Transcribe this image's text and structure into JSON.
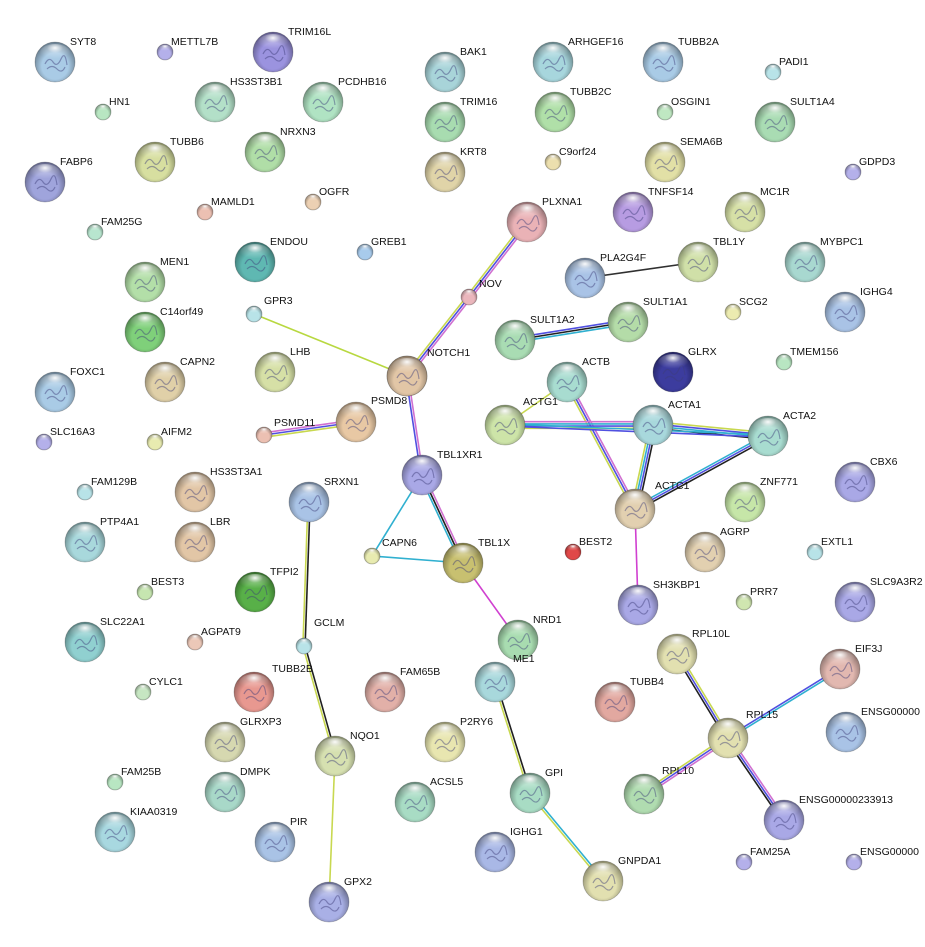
{
  "network": {
    "nodes": [
      {
        "id": "SYT8",
        "label": "SYT8",
        "color": "#a9cbe6",
        "size": "l"
      },
      {
        "id": "METTL7B",
        "label": "METTL7B",
        "color": "#b4b0ea",
        "size": "s"
      },
      {
        "id": "TRIM16L",
        "label": "TRIM16L",
        "color": "#9b93df",
        "size": "l"
      },
      {
        "id": "BAK1",
        "label": "BAK1",
        "color": "#a8d4d9",
        "size": "l"
      },
      {
        "id": "ARHGEF16",
        "label": "ARHGEF16",
        "color": "#a7d6dd",
        "size": "l"
      },
      {
        "id": "TUBB2A",
        "label": "TUBB2A",
        "color": "#a9cbe6",
        "size": "l"
      },
      {
        "id": "PADI1",
        "label": "PADI1",
        "color": "#b8e3e8",
        "size": "s"
      },
      {
        "id": "HN1",
        "label": "HN1",
        "color": "#b8e6c2",
        "size": "s"
      },
      {
        "id": "HS3ST3B1",
        "label": "HS3ST3B1",
        "color": "#b3e0c8",
        "size": "l"
      },
      {
        "id": "PCDHB16",
        "label": "PCDHB16",
        "color": "#b0e3c3",
        "size": "l"
      },
      {
        "id": "TRIM16",
        "label": "TRIM16",
        "color": "#a8dcb0",
        "size": "l"
      },
      {
        "id": "TUBB2C",
        "label": "TUBB2C",
        "color": "#b0e0a8",
        "size": "l"
      },
      {
        "id": "OSGIN1",
        "label": "OSGIN1",
        "color": "#bfe8c2",
        "size": "s"
      },
      {
        "id": "SULT1A4",
        "label": "SULT1A4",
        "color": "#a9dcb3",
        "size": "l"
      },
      {
        "id": "FABP6",
        "label": "FABP6",
        "color": "#9fa4dc",
        "size": "l"
      },
      {
        "id": "TUBB6",
        "label": "TUBB6",
        "color": "#d7dfa0",
        "size": "l"
      },
      {
        "id": "NRXN3",
        "label": "NRXN3",
        "color": "#b0dea7",
        "size": "l"
      },
      {
        "id": "KRT8",
        "label": "KRT8",
        "color": "#e0d4a8",
        "size": "l"
      },
      {
        "id": "C9orf24",
        "label": "C9orf24",
        "color": "#ecdfae",
        "size": "s"
      },
      {
        "id": "SEMA6B",
        "label": "SEMA6B",
        "color": "#e2e0a6",
        "size": "l"
      },
      {
        "id": "GDPD3",
        "label": "GDPD3",
        "color": "#b4b0ea",
        "size": "s"
      },
      {
        "id": "MAMLD1",
        "label": "MAMLD1",
        "color": "#ecc0b2",
        "size": "s"
      },
      {
        "id": "OGFR",
        "label": "OGFR",
        "color": "#ecd0b3",
        "size": "s"
      },
      {
        "id": "TNFSF14",
        "label": "TNFSF14",
        "color": "#b79ce2",
        "size": "l"
      },
      {
        "id": "MC1R",
        "label": "MC1R",
        "color": "#d6e0a6",
        "size": "l"
      },
      {
        "id": "FAM25G",
        "label": "FAM25G",
        "color": "#b8e6cf",
        "size": "s"
      },
      {
        "id": "PLXNA1",
        "label": "PLXNA1",
        "color": "#eab2b6",
        "size": "l"
      },
      {
        "id": "ENDOU",
        "label": "ENDOU",
        "color": "#5fb8b2",
        "size": "l"
      },
      {
        "id": "GREB1",
        "label": "GREB1",
        "color": "#a8cbec",
        "size": "s"
      },
      {
        "id": "PLA2G4F",
        "label": "PLA2G4F",
        "color": "#a9c3e6",
        "size": "l"
      },
      {
        "id": "TBL1Y",
        "label": "TBL1Y",
        "color": "#d0e0a8",
        "size": "l"
      },
      {
        "id": "MYBPC1",
        "label": "MYBPC1",
        "color": "#a8d8d0",
        "size": "l"
      },
      {
        "id": "MEN1",
        "label": "MEN1",
        "color": "#b3dfa8",
        "size": "l"
      },
      {
        "id": "NOV",
        "label": "NOV",
        "color": "#eab6bc",
        "size": "s"
      },
      {
        "id": "GPR3",
        "label": "GPR3",
        "color": "#b8e3e8",
        "size": "s"
      },
      {
        "id": "SULT1A2",
        "label": "SULT1A2",
        "color": "#a9dcb3",
        "size": "l"
      },
      {
        "id": "SULT1A1",
        "label": "SULT1A1",
        "color": "#b4dca8",
        "size": "l"
      },
      {
        "id": "SCG2",
        "label": "SCG2",
        "color": "#ecebb0",
        "size": "s"
      },
      {
        "id": "IGHG4",
        "label": "IGHG4",
        "color": "#a9c3e6",
        "size": "l"
      },
      {
        "id": "C14orf49",
        "label": "C14orf49",
        "color": "#7fd07a",
        "size": "l"
      },
      {
        "id": "CAPN2",
        "label": "CAPN2",
        "color": "#e0d0a8",
        "size": "l"
      },
      {
        "id": "LHB",
        "label": "LHB",
        "color": "#d6e0a6",
        "size": "l"
      },
      {
        "id": "NOTCH1",
        "label": "NOTCH1",
        "color": "#e2c6a6",
        "size": "l"
      },
      {
        "id": "ACTB",
        "label": "ACTB",
        "color": "#a8dcd0",
        "size": "l"
      },
      {
        "id": "GLRX",
        "label": "GLRX",
        "color": "#3c3c9e",
        "size": "l"
      },
      {
        "id": "TMEM156",
        "label": "TMEM156",
        "color": "#b8e6c2",
        "size": "s"
      },
      {
        "id": "FOXC1",
        "label": "FOXC1",
        "color": "#a9cbe6",
        "size": "l"
      },
      {
        "id": "PSMD8",
        "label": "PSMD8",
        "color": "#e2c6a6",
        "size": "l"
      },
      {
        "id": "ACTG1",
        "label": "ACTG1",
        "color": "#cde4a8",
        "size": "l"
      },
      {
        "id": "ACTA1",
        "label": "ACTA1",
        "color": "#a8d8dc",
        "size": "l"
      },
      {
        "id": "ACTA2",
        "label": "ACTA2",
        "color": "#a8dcd0",
        "size": "l"
      },
      {
        "id": "SLC16A3",
        "label": "SLC16A3",
        "color": "#b4b0ea",
        "size": "s"
      },
      {
        "id": "AIFM2",
        "label": "AIFM2",
        "color": "#e8ebb0",
        "size": "s"
      },
      {
        "id": "PSMD11",
        "label": "PSMD11",
        "color": "#ecc0b2",
        "size": "s"
      },
      {
        "id": "PSMD11b",
        "label": "",
        "color": "#e8c8a4",
        "size": "l"
      },
      {
        "id": "CBX6",
        "label": "CBX6",
        "color": "#a9a8e6",
        "size": "l"
      },
      {
        "id": "TBL1XR1",
        "label": "TBL1XR1",
        "color": "#a9a8e6",
        "size": "l"
      },
      {
        "id": "FAM129B",
        "label": "FAM129B",
        "color": "#b8e3e8",
        "size": "s"
      },
      {
        "id": "HS3ST3A1",
        "label": "HS3ST3A1",
        "color": "#e2c6a6",
        "size": "l"
      },
      {
        "id": "SRXN1",
        "label": "SRXN1",
        "color": "#a9c3e6",
        "size": "l"
      },
      {
        "id": "ACTC1",
        "label": "ACTC1",
        "color": "#e2d0b0",
        "size": "l"
      },
      {
        "id": "ZNF771",
        "label": "ZNF771",
        "color": "#c6e6a8",
        "size": "l"
      },
      {
        "id": "PTP4A1",
        "label": "PTP4A1",
        "color": "#a8d8dc",
        "size": "l"
      },
      {
        "id": "LBR",
        "label": "LBR",
        "color": "#e2c6a6",
        "size": "l"
      },
      {
        "id": "CAPN6",
        "label": "CAPN6",
        "color": "#e8ebb0",
        "size": "s"
      },
      {
        "id": "TBL1X",
        "label": "TBL1X",
        "color": "#c8c070",
        "size": "l"
      },
      {
        "id": "BEST2",
        "label": "BEST2",
        "color": "#e04848",
        "size": "s"
      },
      {
        "id": "AGRP",
        "label": "AGRP",
        "color": "#e2d0b0",
        "size": "l"
      },
      {
        "id": "EXTL1",
        "label": "EXTL1",
        "color": "#b8e3e8",
        "size": "s"
      },
      {
        "id": "TFPI2",
        "label": "TFPI2",
        "color": "#58b048",
        "size": "l"
      },
      {
        "id": "BEST3",
        "label": "BEST3",
        "color": "#c6e6b0",
        "size": "s"
      },
      {
        "id": "SH3KBP1",
        "label": "SH3KBP1",
        "color": "#a9a8e6",
        "size": "l"
      },
      {
        "id": "PRR7",
        "label": "PRR7",
        "color": "#d0e6b0",
        "size": "s"
      },
      {
        "id": "SLC9A3R2",
        "label": "SLC9A3R2",
        "color": "#a9a8e6",
        "size": "l"
      },
      {
        "id": "SLC22A1",
        "label": "SLC22A1",
        "color": "#90d0d0",
        "size": "l"
      },
      {
        "id": "AGPAT9",
        "label": "AGPAT9",
        "color": "#ecc8b8",
        "size": "s"
      },
      {
        "id": "GCLM",
        "label": "GCLM",
        "color": "#b8e3e8",
        "size": "s"
      },
      {
        "id": "NRD1",
        "label": "NRD1",
        "color": "#a8dcb0",
        "size": "l"
      },
      {
        "id": "RPL10L",
        "label": "RPL10L",
        "color": "#e2e0b0",
        "size": "l"
      },
      {
        "id": "EIF3J",
        "label": "EIF3J",
        "color": "#e2b8b0",
        "size": "l"
      },
      {
        "id": "CYLC1",
        "label": "CYLC1",
        "color": "#c6e6c2",
        "size": "s"
      },
      {
        "id": "TUBB2B",
        "label": "TUBB2B",
        "color": "#e89890",
        "size": "l"
      },
      {
        "id": "FAM65B",
        "label": "FAM65B",
        "color": "#e2b0a8",
        "size": "l"
      },
      {
        "id": "ME1",
        "label": "ME1",
        "color": "#a8d8dc",
        "size": "l"
      },
      {
        "id": "TUBB4",
        "label": "TUBB4",
        "color": "#e2a8a0",
        "size": "l"
      },
      {
        "id": "RPL15",
        "label": "RPL15",
        "color": "#e2e0b0",
        "size": "l"
      },
      {
        "id": "ENSG_A",
        "label": "ENSG00000",
        "color": "#a9c3e6",
        "size": "l"
      },
      {
        "id": "GLRXP3",
        "label": "GLRXP3",
        "color": "#d6d8b0",
        "size": "l"
      },
      {
        "id": "NQO1",
        "label": "NQO1",
        "color": "#d6e0b0",
        "size": "l"
      },
      {
        "id": "P2RY6",
        "label": "P2RY6",
        "color": "#e8e6b0",
        "size": "l"
      },
      {
        "id": "DMPK",
        "label": "DMPK",
        "color": "#a8d8c8",
        "size": "l"
      },
      {
        "id": "GPI",
        "label": "GPI",
        "color": "#a8dcc4",
        "size": "l"
      },
      {
        "id": "RPL10",
        "label": "RPL10",
        "color": "#b0dcb0",
        "size": "l"
      },
      {
        "id": "FAM25B",
        "label": "FAM25B",
        "color": "#b8e6c2",
        "size": "s"
      },
      {
        "id": "ACSL5",
        "label": "ACSL5",
        "color": "#a8dcc4",
        "size": "l"
      },
      {
        "id": "ENSG00000233913",
        "label": "ENSG00000233913",
        "color": "#a9a8e6",
        "size": "l"
      },
      {
        "id": "KIAA0319",
        "label": "KIAA0319",
        "color": "#a8d8e0",
        "size": "l"
      },
      {
        "id": "PIR",
        "label": "PIR",
        "color": "#a9c3e6",
        "size": "l"
      },
      {
        "id": "IGHG1",
        "label": "IGHG1",
        "color": "#a9b8e6",
        "size": "l"
      },
      {
        "id": "GNPDA1",
        "label": "GNPDA1",
        "color": "#e2e0b0",
        "size": "l"
      },
      {
        "id": "FAM25A",
        "label": "FAM25A",
        "color": "#b4b0ea",
        "size": "s"
      },
      {
        "id": "ENSG_B",
        "label": "ENSG00000",
        "color": "#b4b0ea",
        "size": "s"
      },
      {
        "id": "GPX2",
        "label": "GPX2",
        "color": "#a9b0e6",
        "size": "l"
      }
    ],
    "edges": [
      {
        "source": "PLXNA1",
        "target": "NOV",
        "colors": [
          "#d070d0",
          "#5050e0",
          "#c8d850"
        ]
      },
      {
        "source": "NOV",
        "target": "PSMD8",
        "colors": [
          "#d070d0",
          "#5050e0",
          "#c8d850"
        ]
      },
      {
        "source": "GPR3",
        "target": "PSMD8",
        "colors": [
          "#b8d840"
        ]
      },
      {
        "source": "PSMD8",
        "target": "TBL1XR1",
        "colors": [
          "#d070d0",
          "#5050e0"
        ]
      },
      {
        "source": "PSMD11",
        "target": "PSMD11b",
        "colors": [
          "#d070d0",
          "#5050e0",
          "#c8d850"
        ]
      },
      {
        "source": "TBL1XR1",
        "target": "CAPN6",
        "colors": [
          "#30b0d0"
        ]
      },
      {
        "source": "CAPN6",
        "target": "TBL1X",
        "colors": [
          "#30b0d0"
        ]
      },
      {
        "source": "TBL1XR1",
        "target": "TBL1X",
        "colors": [
          "#d070d0",
          "#202020",
          "#30b0d0"
        ]
      },
      {
        "source": "TBL1X",
        "target": "NRD1",
        "colors": [
          "#d040d0"
        ]
      },
      {
        "source": "PLA2G4F",
        "target": "TBL1Y",
        "colors": [
          "#303030"
        ]
      },
      {
        "source": "SULT1A2",
        "target": "SULT1A1",
        "colors": [
          "#5050e0",
          "#202020",
          "#30b0d0"
        ]
      },
      {
        "source": "ACTB",
        "target": "ACTG1",
        "colors": [
          "#c8d850"
        ]
      },
      {
        "source": "ACTB",
        "target": "ACTC1",
        "colors": [
          "#d070d0",
          "#5050e0",
          "#c8d850"
        ]
      },
      {
        "source": "ACTG1",
        "target": "ACTA1",
        "colors": [
          "#d070d0",
          "#30b0d0",
          "#5050e0",
          "#c8d850"
        ]
      },
      {
        "source": "ACTA1",
        "target": "ACTA2",
        "colors": [
          "#c8d850",
          "#5050e0",
          "#30b0d0",
          "#202020"
        ]
      },
      {
        "source": "ACTA1",
        "target": "ACTC1",
        "colors": [
          "#202020",
          "#5050e0",
          "#30b0d0",
          "#c8d850"
        ]
      },
      {
        "source": "ACTA2",
        "target": "ACTC1",
        "colors": [
          "#202020",
          "#5050e0",
          "#30b0d0"
        ]
      },
      {
        "source": "ACTG1",
        "target": "ACTA2",
        "colors": [
          "#30b0d0",
          "#5050e0"
        ]
      },
      {
        "source": "ACTC1",
        "target": "SH3KBP1",
        "colors": [
          "#d040d0"
        ]
      },
      {
        "source": "SRXN1",
        "target": "GCLM",
        "colors": [
          "#202020",
          "#c8d850"
        ]
      },
      {
        "source": "GCLM",
        "target": "NQO1",
        "colors": [
          "#202020",
          "#c8d850"
        ]
      },
      {
        "source": "NQO1",
        "target": "GPX2",
        "colors": [
          "#c8d850"
        ]
      },
      {
        "source": "ME1",
        "target": "GPI",
        "colors": [
          "#202020",
          "#c8d850"
        ]
      },
      {
        "source": "GPI",
        "target": "GNPDA1",
        "colors": [
          "#30b0d0",
          "#c8d850"
        ]
      },
      {
        "source": "RPL10L",
        "target": "RPL15",
        "colors": [
          "#c8d850",
          "#5050e0",
          "#202020"
        ]
      },
      {
        "source": "EIF3J",
        "target": "RPL15",
        "colors": [
          "#30b0d0",
          "#5050e0"
        ]
      },
      {
        "source": "RPL15",
        "target": "RPL10",
        "colors": [
          "#d070d0",
          "#5050e0",
          "#c8d850"
        ]
      },
      {
        "source": "RPL15",
        "target": "ENSG00000233913",
        "colors": [
          "#d070d0",
          "#5050e0",
          "#202020"
        ]
      }
    ]
  }
}
